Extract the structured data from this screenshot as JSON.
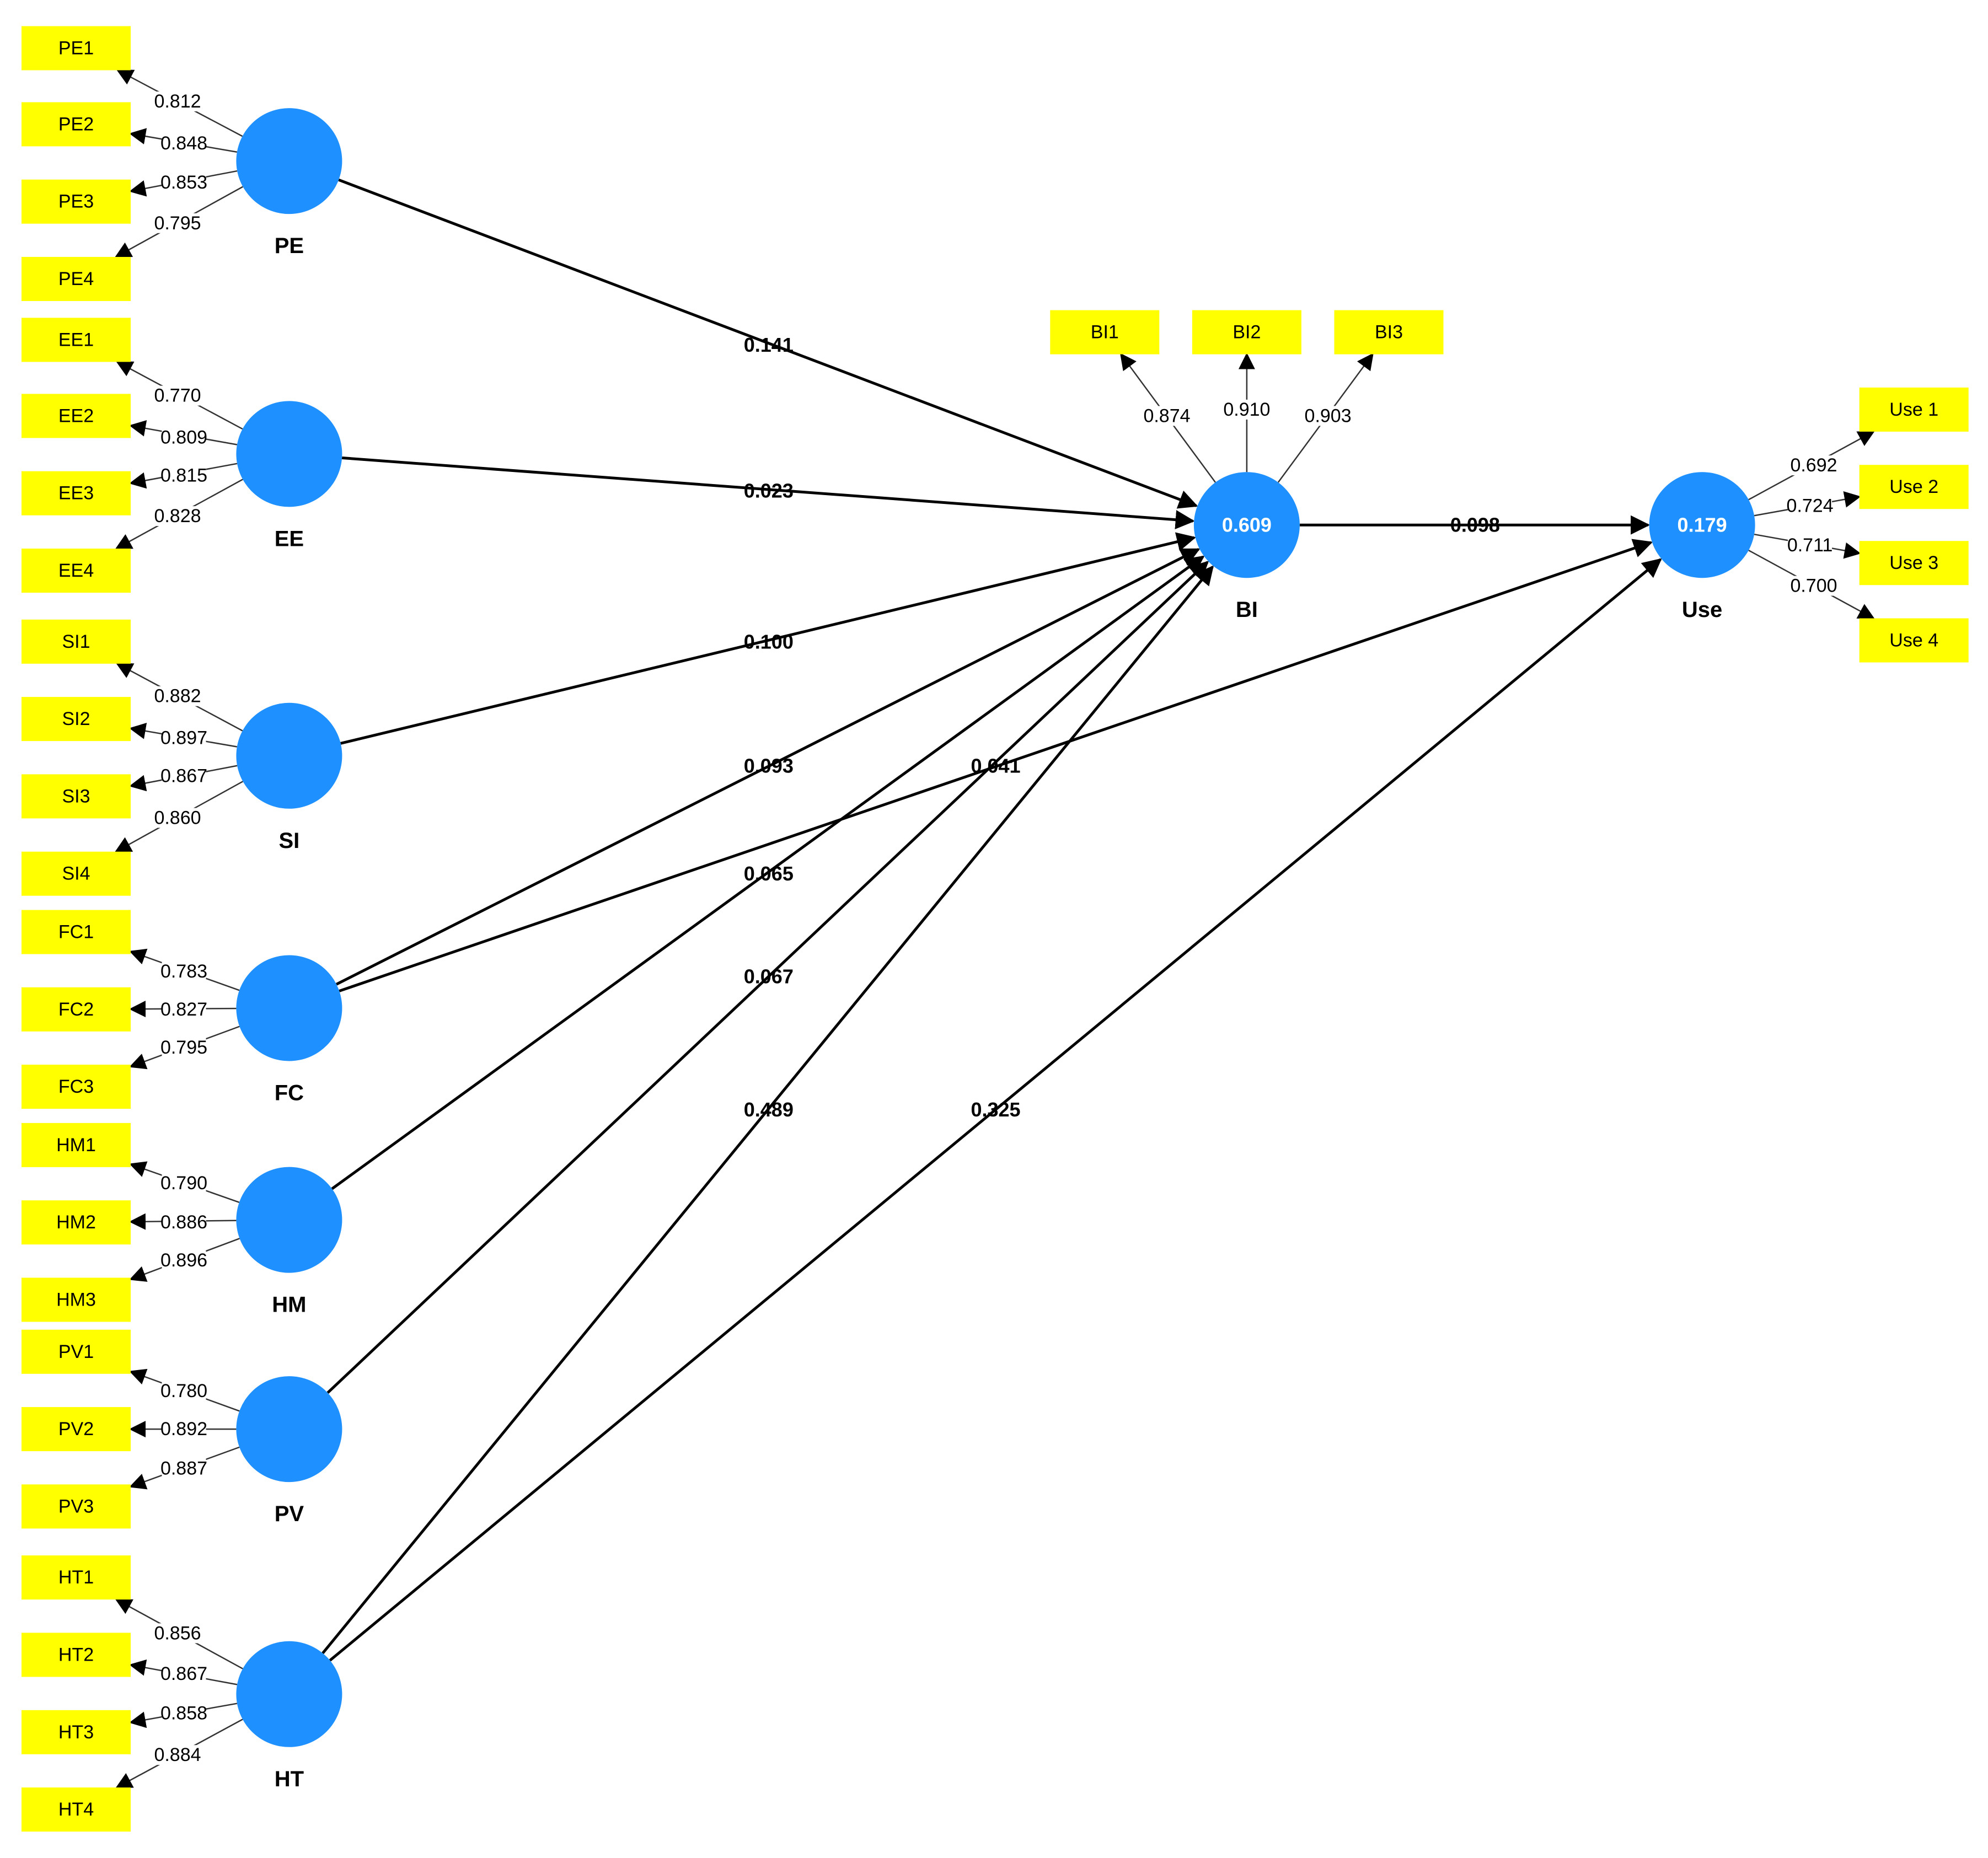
{
  "colors": {
    "construct_fill": "#1e90ff",
    "indicator_fill": "#ffff00",
    "line": "#000000"
  },
  "constructs": [
    {
      "id": "PE",
      "label": "PE",
      "r2": ""
    },
    {
      "id": "EE",
      "label": "EE",
      "r2": ""
    },
    {
      "id": "SI",
      "label": "SI",
      "r2": ""
    },
    {
      "id": "FC",
      "label": "FC",
      "r2": ""
    },
    {
      "id": "HM",
      "label": "HM",
      "r2": ""
    },
    {
      "id": "PV",
      "label": "PV",
      "r2": ""
    },
    {
      "id": "HT",
      "label": "HT",
      "r2": ""
    },
    {
      "id": "BI",
      "label": "BI",
      "r2": "0.609"
    },
    {
      "id": "Use",
      "label": "Use",
      "r2": "0.179"
    }
  ],
  "indicators": [
    {
      "construct": "PE",
      "label": "PE1",
      "loading": "0.812"
    },
    {
      "construct": "PE",
      "label": "PE2",
      "loading": "0.848"
    },
    {
      "construct": "PE",
      "label": "PE3",
      "loading": "0.853"
    },
    {
      "construct": "PE",
      "label": "PE4",
      "loading": "0.795"
    },
    {
      "construct": "EE",
      "label": "EE1",
      "loading": "0.770"
    },
    {
      "construct": "EE",
      "label": "EE2",
      "loading": "0.809"
    },
    {
      "construct": "EE",
      "label": "EE3",
      "loading": "0.815"
    },
    {
      "construct": "EE",
      "label": "EE4",
      "loading": "0.828"
    },
    {
      "construct": "SI",
      "label": "SI1",
      "loading": "0.882"
    },
    {
      "construct": "SI",
      "label": "SI2",
      "loading": "0.897"
    },
    {
      "construct": "SI",
      "label": "SI3",
      "loading": "0.867"
    },
    {
      "construct": "SI",
      "label": "SI4",
      "loading": "0.860"
    },
    {
      "construct": "FC",
      "label": "FC1",
      "loading": "0.783"
    },
    {
      "construct": "FC",
      "label": "FC2",
      "loading": "0.827"
    },
    {
      "construct": "FC",
      "label": "FC3",
      "loading": "0.795"
    },
    {
      "construct": "HM",
      "label": "HM1",
      "loading": "0.790"
    },
    {
      "construct": "HM",
      "label": "HM2",
      "loading": "0.886"
    },
    {
      "construct": "HM",
      "label": "HM3",
      "loading": "0.896"
    },
    {
      "construct": "PV",
      "label": "PV1",
      "loading": "0.780"
    },
    {
      "construct": "PV",
      "label": "PV2",
      "loading": "0.892"
    },
    {
      "construct": "PV",
      "label": "PV3",
      "loading": "0.887"
    },
    {
      "construct": "HT",
      "label": "HT1",
      "loading": "0.856"
    },
    {
      "construct": "HT",
      "label": "HT2",
      "loading": "0.867"
    },
    {
      "construct": "HT",
      "label": "HT3",
      "loading": "0.858"
    },
    {
      "construct": "HT",
      "label": "HT4",
      "loading": "0.884"
    },
    {
      "construct": "BI",
      "label": "BI1",
      "loading": "0.874"
    },
    {
      "construct": "BI",
      "label": "BI2",
      "loading": "0.910"
    },
    {
      "construct": "BI",
      "label": "BI3",
      "loading": "0.903"
    },
    {
      "construct": "Use",
      "label": "Use 1",
      "loading": "0.692"
    },
    {
      "construct": "Use",
      "label": "Use 2",
      "loading": "0.724"
    },
    {
      "construct": "Use",
      "label": "Use 3",
      "loading": "0.711"
    },
    {
      "construct": "Use",
      "label": "Use 4",
      "loading": "0.700"
    }
  ],
  "paths": [
    {
      "from": "PE",
      "to": "BI",
      "coef": "0.141"
    },
    {
      "from": "EE",
      "to": "BI",
      "coef": "0.023"
    },
    {
      "from": "SI",
      "to": "BI",
      "coef": "0.100"
    },
    {
      "from": "FC",
      "to": "BI",
      "coef": "0.093"
    },
    {
      "from": "FC",
      "to": "Use",
      "coef": "0.041"
    },
    {
      "from": "HM",
      "to": "BI",
      "coef": "0.065"
    },
    {
      "from": "PV",
      "to": "BI",
      "coef": "0.067"
    },
    {
      "from": "HT",
      "to": "BI",
      "coef": "0.489"
    },
    {
      "from": "HT",
      "to": "Use",
      "coef": "0.325"
    },
    {
      "from": "BI",
      "to": "Use",
      "coef": "0.098"
    }
  ]
}
